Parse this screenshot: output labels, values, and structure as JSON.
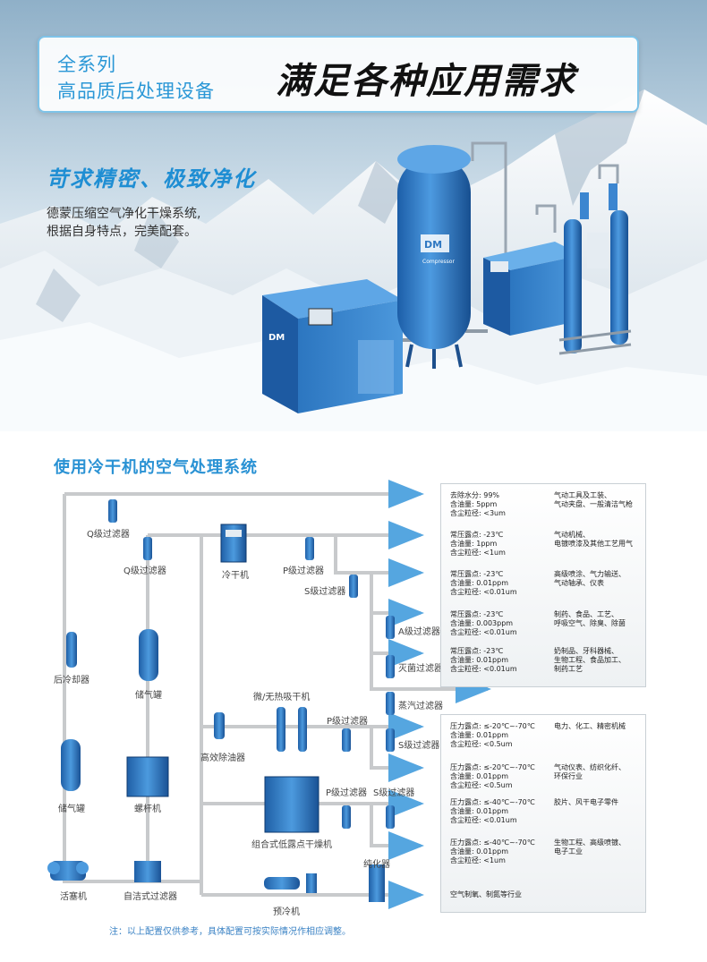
{
  "hero": {
    "banner_line1": "全系列",
    "banner_line2": "高品质后处理设备",
    "banner_main": "满足各种应用需求",
    "subtitle": "苛求精密、极致净化",
    "desc_line1": "德蒙压缩空气净化干燥系统,",
    "desc_line2": "根据自身特点，完美配套。",
    "equipment_brand": "Compressor"
  },
  "diagram": {
    "title": "使用冷干机的空气处理系统",
    "labels": {
      "q_filter_1": "Q级过滤器",
      "q_filter_2": "Q级过滤器",
      "refrigerated_dryer": "冷干机",
      "p_filter_1": "P级过滤器",
      "s_filter_1": "S级过滤器",
      "a_filter": "A级过滤器",
      "sterile_filter": "灭菌过滤器",
      "steam_filter": "蒸汽过滤器",
      "aftercooler": "后冷却器",
      "air_tank_1": "储气罐",
      "heatless_dryer": "微/无热吸干机",
      "p_filter_2": "P级过滤器",
      "oil_remover": "高效除油器",
      "s_filter_2": "S级过滤器",
      "air_tank_2": "储气罐",
      "screw_compressor": "螺杆机",
      "p_filter_3": "P级过滤器",
      "s_filter_3": "S级过滤器",
      "combined_dryer": "组合式低露点干燥机",
      "nitrogen_generator": "纯化器",
      "piston_compressor": "活塞机",
      "auto_clean_filter": "自洁式过滤器",
      "precooler": "预冷机"
    },
    "panel1": [
      {
        "l": [
          "去除水分: 99%",
          "含油量:  5ppm",
          "含尘粒径: <3um"
        ],
        "r": [
          "气动工具及工装、",
          "气动夹盘、一般清洁气枪"
        ]
      },
      {
        "l": [
          "常压露点: -23℃",
          "含油量:  1ppm",
          "含尘粒径: <1um"
        ],
        "r": [
          "气动机械、",
          "电镀喷漆及其他工艺用气"
        ]
      },
      {
        "l": [
          "常压露点: -23℃",
          "含油量:  0.01ppm",
          "含尘粒径: <0.01um"
        ],
        "r": [
          "高级喷涂、气力输送、",
          "气动轴承、仪表"
        ]
      },
      {
        "l": [
          "常压露点: -23℃",
          "含油量:  0.003ppm",
          "含尘粒径: <0.01um"
        ],
        "r": [
          "制药、食品、工艺、",
          "呼吸空气、除臭、除菌"
        ]
      },
      {
        "l": [
          "常压露点: -23℃",
          "含油量:  0.01ppm",
          "含尘粒径: <0.01um"
        ],
        "r": [
          "奶制品、牙科器械、",
          "生物工程、食品加工、",
          "制药工艺"
        ]
      }
    ],
    "panel2": [
      {
        "l": [
          "压力露点: ≤-20℃~-70℃",
          "含油量:  0.01ppm",
          "含尘粒径: <0.5um"
        ],
        "r": [
          "电力、化工、精密机械"
        ]
      },
      {
        "l": [
          "压力露点: ≤-20℃~-70℃",
          "含油量:  0.01ppm",
          "含尘粒径: <0.5um"
        ],
        "r": [
          "气动仪表、纺织化纤、",
          "环保行业"
        ]
      },
      {
        "l": [
          "压力露点: ≤-40℃~-70℃",
          "含油量:  0.01ppm",
          "含尘粒径: <0.01um"
        ],
        "r": [
          "胶片、风干电子零件"
        ]
      },
      {
        "l": [
          "压力露点: ≤-40℃~-70℃",
          "含油量:  0.01ppm",
          "含尘粒径: <1um"
        ],
        "r": [
          "生物工程、高级喷镀、",
          "电子工业"
        ]
      },
      {
        "l": [
          "空气制氧、制氮等行业"
        ],
        "r": []
      }
    ],
    "note": "注：以上配置仅供参考，具体配置可按实际情况作相应调整。"
  },
  "colors": {
    "accent": "#2a92d4",
    "pipe": "#c6c8ca",
    "equipment": "#2f78c2",
    "arrow": "#55a6e0"
  }
}
